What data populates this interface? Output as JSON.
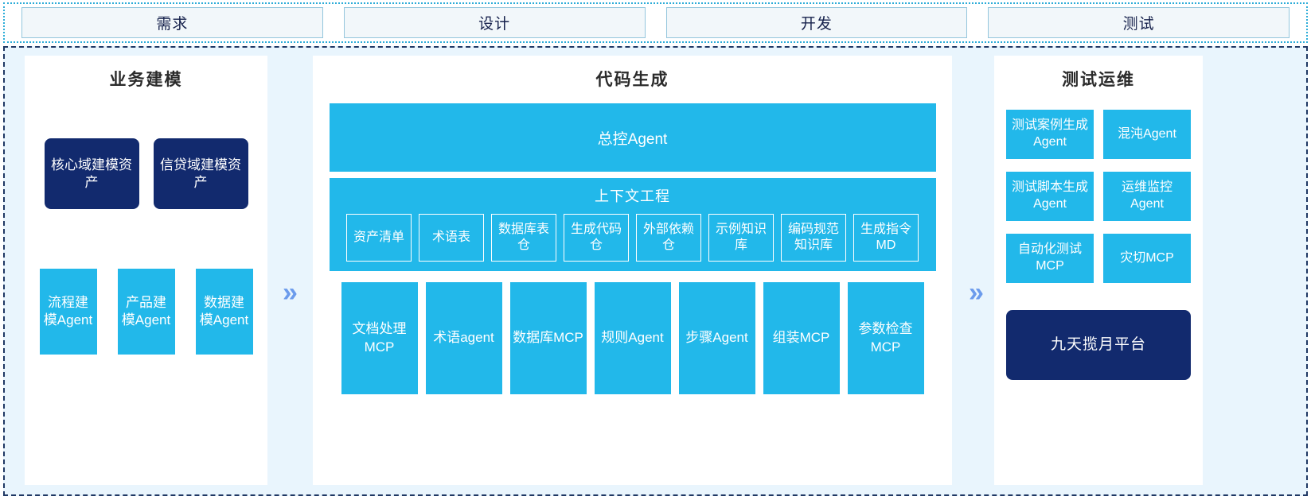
{
  "phases": [
    {
      "label": "需求"
    },
    {
      "label": "设计"
    },
    {
      "label": "开发"
    },
    {
      "label": "测试"
    }
  ],
  "separators": {
    "chevron_glyph": "»"
  },
  "panels": {
    "left": {
      "title": "业务建模",
      "assets": [
        {
          "label": "核心域建模资产"
        },
        {
          "label": "信贷域建模资产"
        }
      ],
      "agents": [
        {
          "label": "流程建模Agent"
        },
        {
          "label": "产品建模Agent"
        },
        {
          "label": "数据建模Agent"
        }
      ]
    },
    "center": {
      "title": "代码生成",
      "controller": "总控Agent",
      "context": {
        "title": "上下文工程",
        "items": [
          {
            "label": "资产清单"
          },
          {
            "label": "术语表"
          },
          {
            "label": "数据库表仓"
          },
          {
            "label": "生成代码仓"
          },
          {
            "label": "外部依赖仓"
          },
          {
            "label": "示例知识库"
          },
          {
            "label": "编码规范知识库"
          },
          {
            "label": "生成指令MD"
          }
        ]
      },
      "tools": [
        {
          "label": "文档处理MCP"
        },
        {
          "label": "术语agent"
        },
        {
          "label": "数据库MCP"
        },
        {
          "label": "规则Agent"
        },
        {
          "label": "步骤Agent"
        },
        {
          "label": "组装MCP"
        },
        {
          "label": "参数检查MCP"
        }
      ]
    },
    "right": {
      "title": "测试运维",
      "items": [
        {
          "label": "测试案例生成Agent"
        },
        {
          "label": "混沌Agent"
        },
        {
          "label": "测试脚本生成Agent"
        },
        {
          "label": "运维监控Agent"
        },
        {
          "label": "自动化测试MCP"
        },
        {
          "label": "灾切MCP"
        }
      ],
      "platform": "九天揽月平台"
    }
  },
  "colors": {
    "cyan": "#22b8ea",
    "navy": "#122a6e",
    "panel_bg": "#e9f5fd",
    "chevron": "#6b9bec",
    "phase_border": "#94c6dd"
  }
}
